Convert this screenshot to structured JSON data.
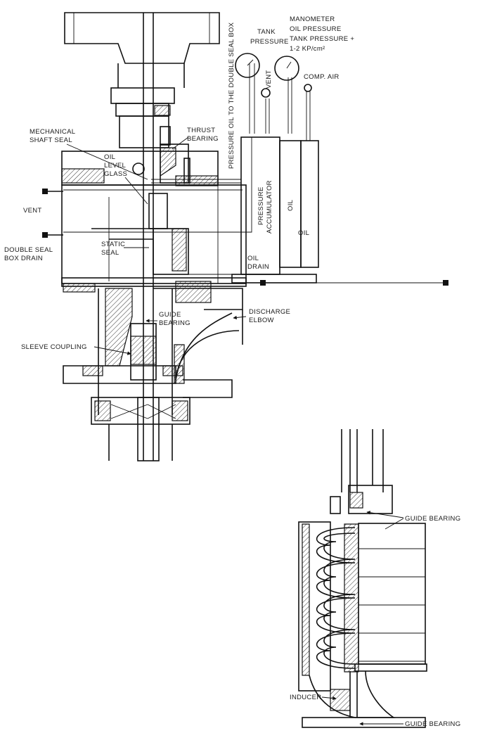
{
  "labels": {
    "tank_pressure_1": "TANK",
    "tank_pressure_2": "PRESSURE",
    "manometer_1": "MANOMETER",
    "manometer_2": "OIL PRESSURE",
    "manometer_3": "TANK PRESSURE +",
    "manometer_4": "1-2 KP/cm²",
    "vent_top": "VENT",
    "comp_air": "COMP. AIR",
    "mechanical_seal_1": "MECHANICAL",
    "mechanical_seal_2": "SHAFT SEAL",
    "thrust_bearing_1": "THRUST",
    "thrust_bearing_2": "BEARING",
    "oil_level_1": "OIL",
    "oil_level_2": "LEVEL",
    "oil_level_3": "GLASS",
    "pressure_oil": "PRESSURE OIL TO THE DOUBLE SEAL BOX",
    "pressure_accumulator_1": "PRESSURE",
    "pressure_accumulator_2": "ACCUMULATOR",
    "oil_vertical": "OIL",
    "oil_right": "OIL",
    "vent_left": "VENT",
    "double_seal_1": "DOUBLE SEAL",
    "double_seal_2": "BOX DRAIN",
    "static_seal_1": "STATIC",
    "static_seal_2": "SEAL",
    "oil_drain_1": "OIL",
    "oil_drain_2": "DRAIN",
    "guide_bearing_upper_1": "GUIDE",
    "guide_bearing_upper_2": "BEARING",
    "discharge_elbow_1": "DISCHARGE",
    "discharge_elbow_2": "ELBOW",
    "sleeve_coupling": "SLEEVE COUPLING",
    "guide_bearing_right_top": "GUIDE BEARING",
    "inducer": "INDUCER",
    "guide_bearing_right_bottom": "GUIDE BEARING"
  }
}
